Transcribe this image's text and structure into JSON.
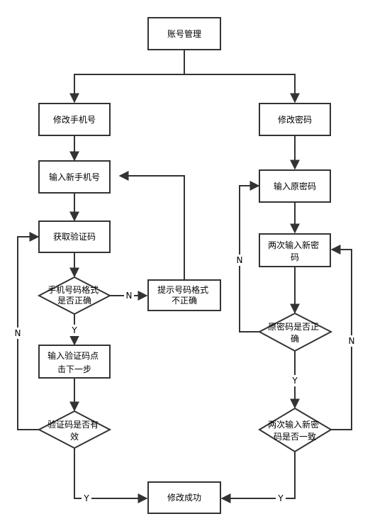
{
  "nodes": {
    "account_mgmt": "账号管理",
    "change_phone": "修改手机号",
    "change_password": "修改密码",
    "input_new_phone": "输入新手机号",
    "get_code": "获取验证码",
    "phone_format_check": [
      "手机号码格式",
      "是否正确"
    ],
    "format_hint": [
      "提示号码格式",
      "不正确"
    ],
    "input_code": [
      "输入验证码点",
      "击下一步"
    ],
    "code_valid_check": [
      "验证码是否有",
      "效"
    ],
    "input_old_password": "输入原密码",
    "input_new_password_twice": [
      "两次输入新密",
      "码"
    ],
    "old_password_check": [
      "原密码是否正",
      "确"
    ],
    "new_password_match_check": [
      "两次输入新密",
      "码是否一致"
    ],
    "success": "修改成功"
  },
  "edge_labels": {
    "yes": "Y",
    "no": "N"
  }
}
